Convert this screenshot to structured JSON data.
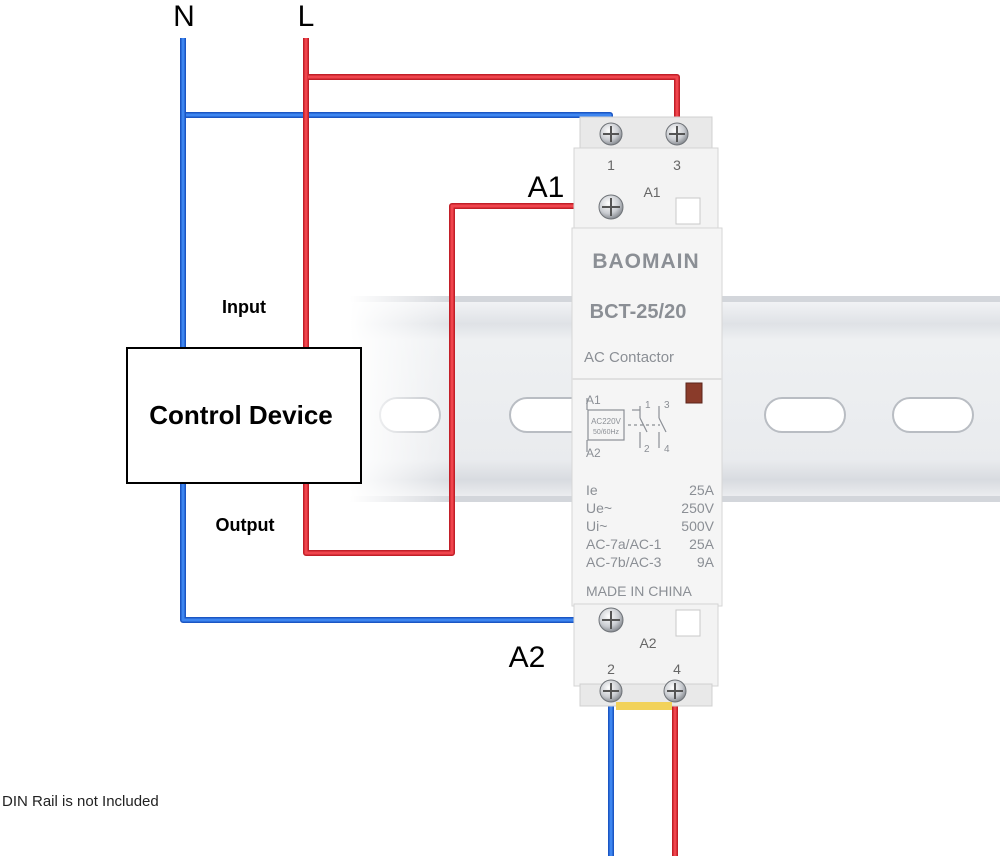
{
  "labels": {
    "neutral": "N",
    "line": "L",
    "input": "Input",
    "output": "Output",
    "control_device": "Control Device",
    "a1_big": "A1",
    "a2_big": "A2",
    "note": "DIN Rail is not Included"
  },
  "contactor": {
    "brand": "BAOMAIN",
    "model": "BCT-25/20",
    "type": "AC Contactor",
    "terminal_1": "1",
    "terminal_3": "3",
    "terminal_2": "2",
    "terminal_4": "4",
    "terminal_a1": "A1",
    "terminal_a2": "A2",
    "schematic": {
      "a1": "A1",
      "a2": "A2",
      "coil_line1": "AC220V",
      "coil_line2": "50/60Hz",
      "c1": "1",
      "c3": "3",
      "c2": "2",
      "c4": "4"
    },
    "specs": [
      {
        "name": "Ie",
        "value": "25A"
      },
      {
        "name": "Ue~",
        "value": "250V"
      },
      {
        "name": "Ui~",
        "value": "500V"
      },
      {
        "name": "AC-7a/AC-1",
        "value": "25A"
      },
      {
        "name": "AC-7b/AC-3",
        "value": "9A"
      }
    ],
    "origin": "MADE IN CHINA"
  },
  "colors": {
    "neutral_wire": "#2f6fe0",
    "line_wire": "#e8323a",
    "rail": "#e6e8ec",
    "contactor_body": "#f4f4f4"
  }
}
